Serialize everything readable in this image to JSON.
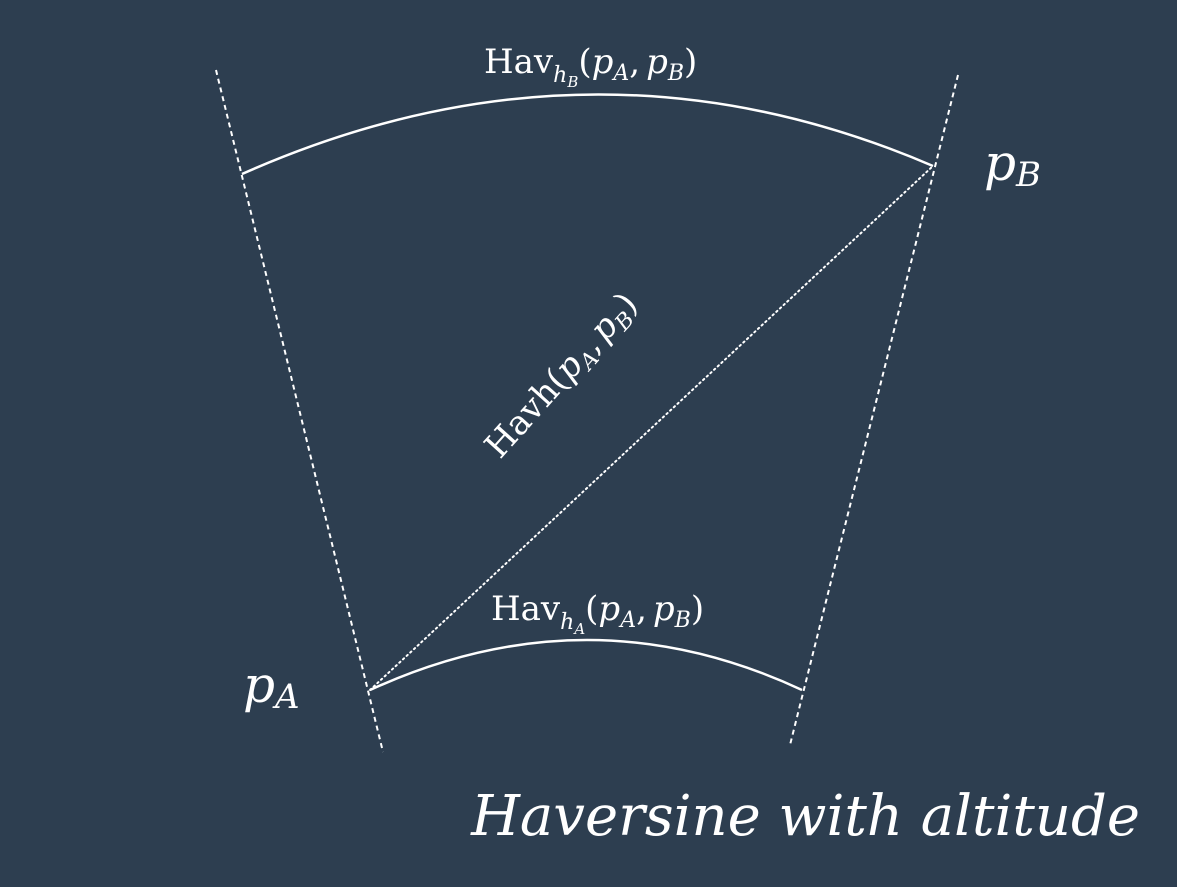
{
  "diagram": {
    "colors": {
      "background": "#2d3e50",
      "stroke": "#ffffff"
    },
    "point_a": {
      "base": "p",
      "sub": "A"
    },
    "point_b": {
      "base": "p",
      "sub": "B"
    },
    "arc_top": {
      "fn": "Hav",
      "fn_sub_base": "h",
      "fn_sub_sub": "B",
      "open": "(",
      "arg1_base": "p",
      "arg1_sub": "A",
      "comma": ",",
      "arg2_base": "p",
      "arg2_sub": "B",
      "close": ")"
    },
    "arc_bottom": {
      "fn": "Hav",
      "fn_sub_base": "h",
      "fn_sub_sub": "A",
      "open": "(",
      "arg1_base": "p",
      "arg1_sub": "A",
      "comma": ",",
      "arg2_base": "p",
      "arg2_sub": "B",
      "close": ")"
    },
    "diagonal": {
      "fn": "Havh",
      "open": "(",
      "arg1_base": "p",
      "arg1_sub": "A",
      "comma": ",",
      "arg2_base": "p",
      "arg2_sub": "B",
      "close": ")"
    },
    "caption": "Haversine with altitude"
  }
}
